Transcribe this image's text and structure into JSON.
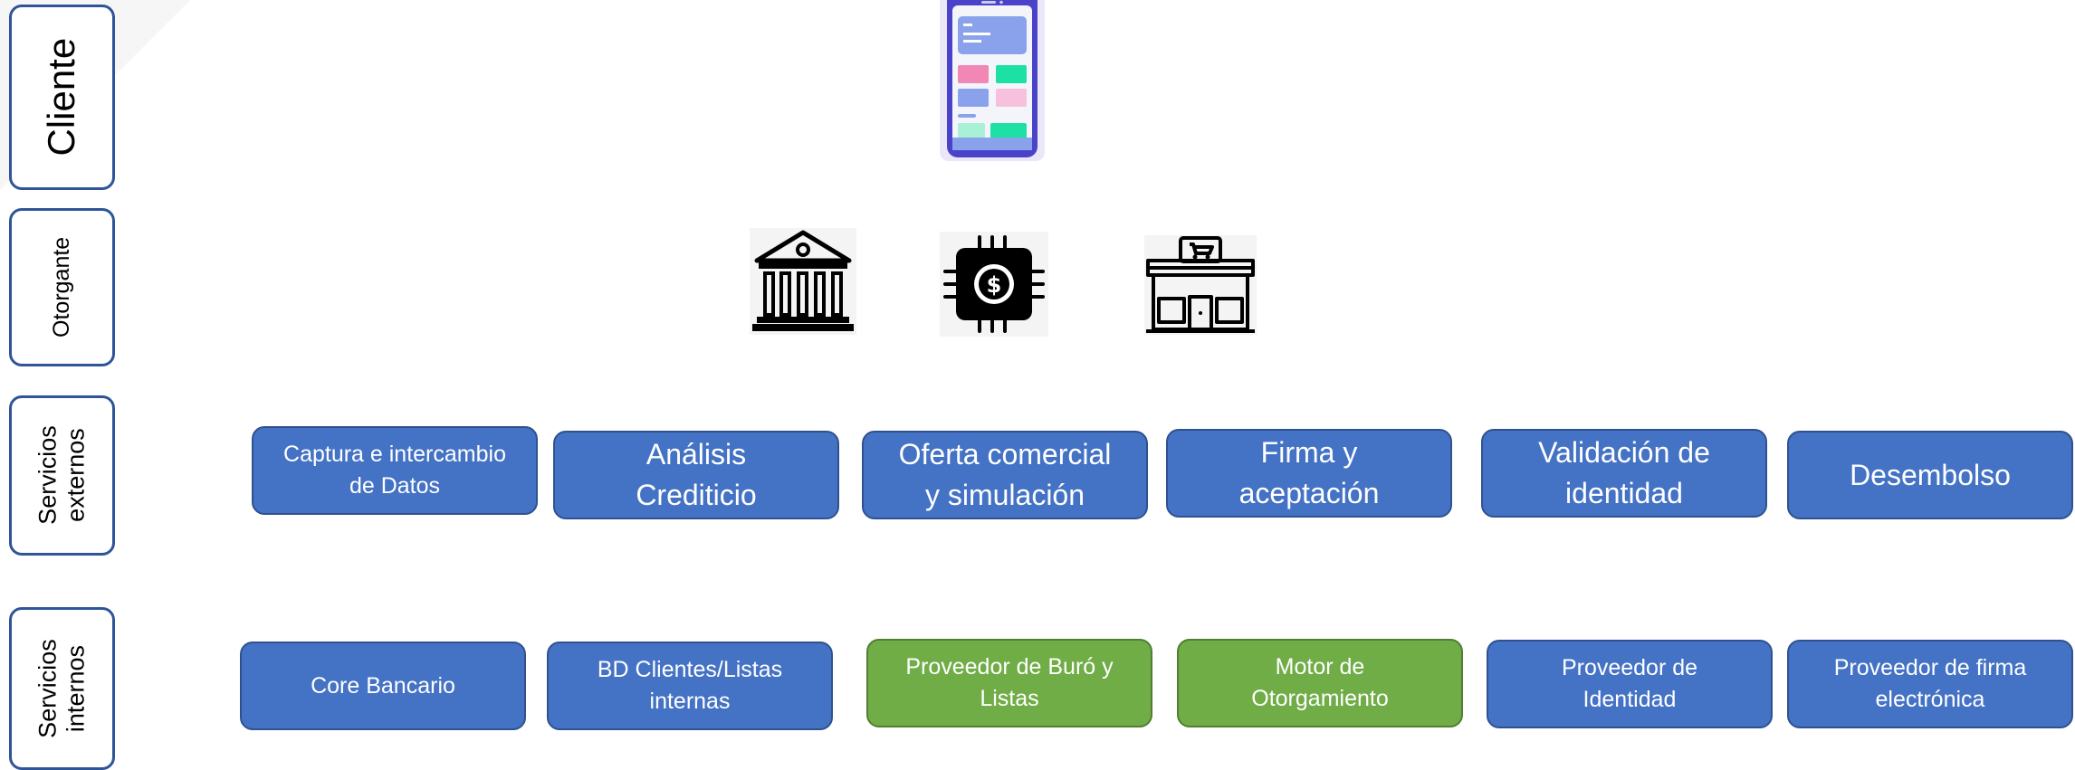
{
  "lanes": {
    "cliente": "Cliente",
    "otorgante": "Otorgante",
    "externos": "Servicios\nexternos",
    "internos": "Servicios\ninternos"
  },
  "process_steps": [
    "Captura e intercambio\nde Datos",
    "Análisis\nCrediticio",
    "Oferta comercial\ny simulación",
    "Firma y\naceptación",
    "Validación de\nidentidad",
    "Desembolso"
  ],
  "services": [
    "Core Bancario",
    "BD Clientes/Listas\ninternas",
    "Proveedor de Buró y\nListas",
    "Motor de\nOtorgamiento",
    "Proveedor de\nIdentidad",
    "Proveedor de firma\nelectrónica"
  ],
  "icons": {
    "phone": "smartphone-icon",
    "bank": "bank-icon",
    "chip": "fintech-chip-icon",
    "store": "store-icon",
    "dollar_symbol": "$"
  },
  "colors": {
    "box_blue": "#4472c4",
    "box_green": "#70ad47",
    "lane_border": "#2f5597"
  }
}
